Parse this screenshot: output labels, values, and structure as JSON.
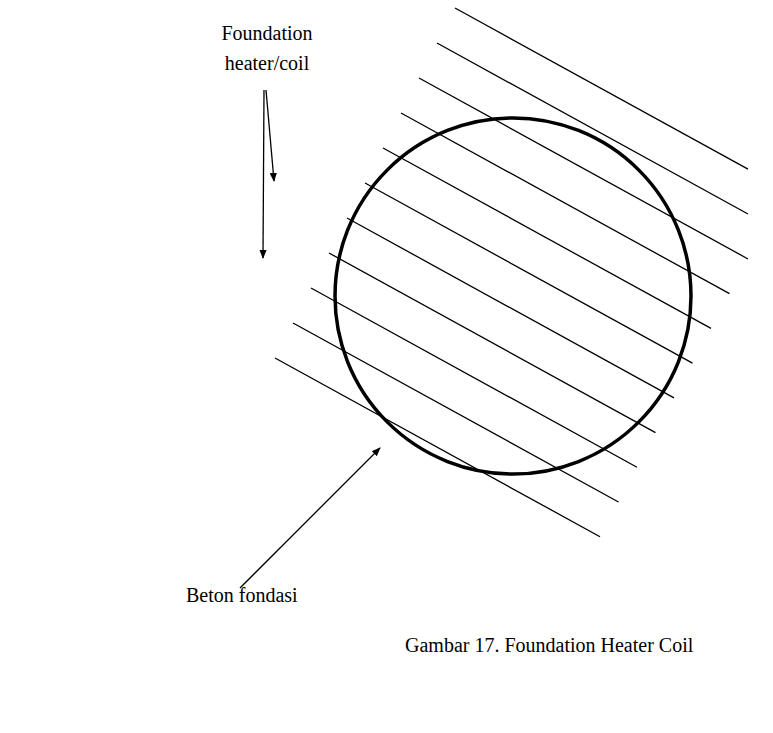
{
  "diagram": {
    "caption": "Gambar 17. Foundation Heater Coil",
    "labels": [
      "Foundation heater/coil",
      "Beton fondasi"
    ]
  }
}
